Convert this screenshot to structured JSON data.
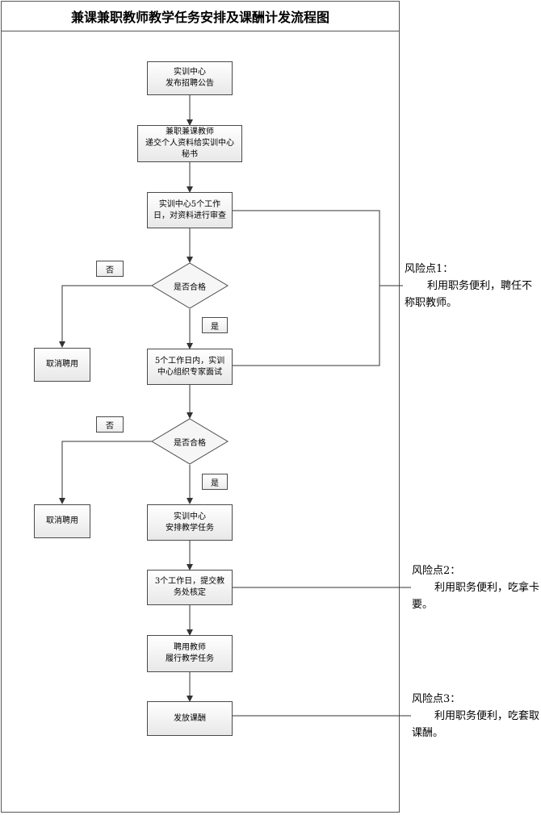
{
  "title": "兼课兼职教师教学任务安排及课酬计发流程图",
  "nodes": {
    "n1": "实训中心\n发布招聘公告",
    "n2": "兼职兼课教师\n递交个人资料给实训中心\n秘书",
    "n3": "实训中心5个工作\n日，对资料进行审查",
    "d1": "是否合格",
    "c1": "取消聘用",
    "n4": "5个工作日内，实训\n中心组织专家面试",
    "d2": "是否合格",
    "c2": "取消聘用",
    "n5": "实训中心\n安排教学任务",
    "n6": "3个工作日，提交教\n务处核定",
    "n7": "聘用教师\n履行教学任务",
    "n8": "发放课酬"
  },
  "labels": {
    "no": "否",
    "yes": "是"
  },
  "risks": [
    {
      "title": "风险点1：",
      "body": "利用职务便利，聘任不称职教师。"
    },
    {
      "title": "风险点2：",
      "body": "利用职务便利，吃拿卡要。"
    },
    {
      "title": "风险点3：",
      "body": "利用职务便利，吃套取课酬。"
    }
  ]
}
